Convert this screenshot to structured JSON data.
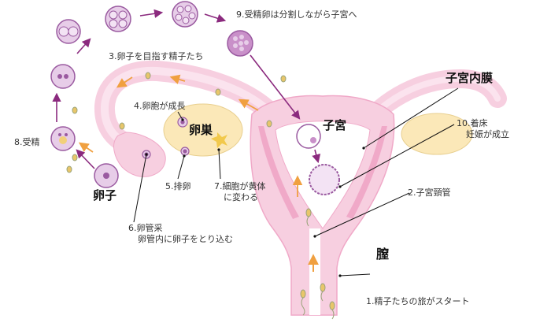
{
  "labels": {
    "egg": "卵子",
    "ovary": "卵巣",
    "uterus": "子宮",
    "endometrium": "子宮内膜",
    "vagina": "膣",
    "step1": "1.精子たちの旅がスタート",
    "step2": "2.子宮頸管",
    "step3": "3.卵子を目指す精子たち",
    "step4": "4.卵胞が成長",
    "step5": "5.排卵",
    "step6_line1": "6.卵管采",
    "step6_line2": "卵管内に卵子をとり込む",
    "step7_line1": "7.細胞が黄体",
    "step7_line2": "に変わる",
    "step8": "8.受精",
    "step9": "9.受精卵は分割しながら子宮へ",
    "step10_line1": "10.着床",
    "step10_line2": "妊娠が成立"
  },
  "colors": {
    "tissue": "#f7cfe0",
    "tissue_dark": "#f0a9c8",
    "ovary": "#fbe8b8",
    "cell": "#e7cde8",
    "cell_stroke": "#9a5aa0",
    "arrow_purple": "#8b2a7e",
    "arrow_orange": "#f0a040",
    "sperm": "#e8c66a"
  }
}
